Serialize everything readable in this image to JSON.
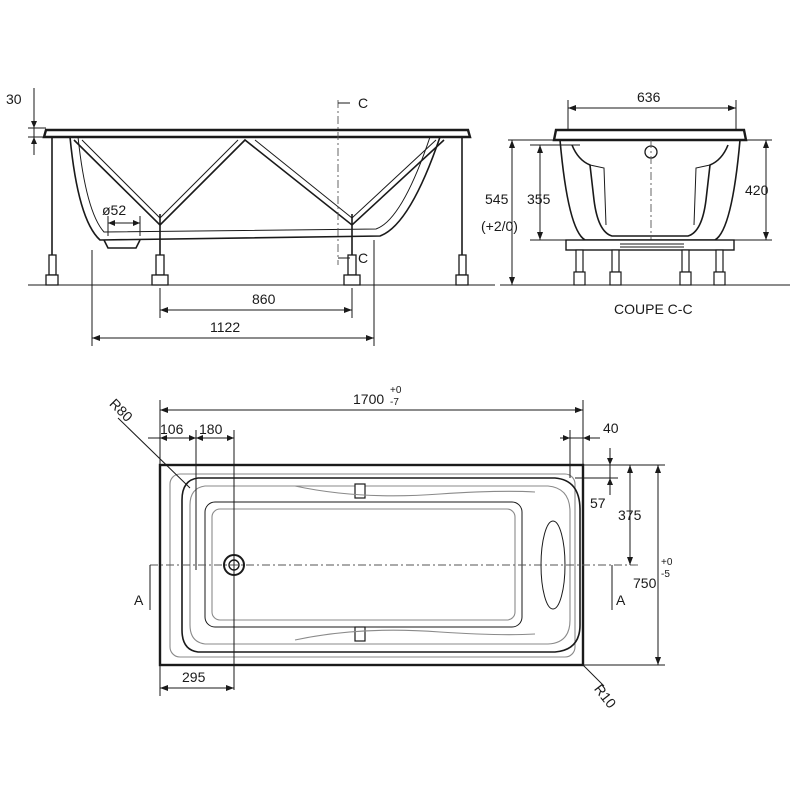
{
  "side_view": {
    "dim_30": "30",
    "dim_drain_dia": "ø52",
    "dim_860": "860",
    "dim_1122": "1122",
    "section_mark": "C"
  },
  "section_view": {
    "dim_636": "636",
    "dim_545": "545",
    "dim_545_tol": "(+2/0)",
    "dim_355": "355",
    "dim_420": "420",
    "caption": "COUPE C-C"
  },
  "plan_view": {
    "dim_length": "1700",
    "dim_length_tol_upper": "+0",
    "dim_length_tol_lower": "-7",
    "dim_106": "106",
    "dim_180": "180",
    "dim_40": "40",
    "dim_r80": "R80",
    "dim_57": "57",
    "dim_375": "375",
    "dim_width": "750",
    "dim_width_tol_upper": "+0",
    "dim_width_tol_lower": "-5",
    "dim_295": "295",
    "dim_r10": "R10",
    "section_mark": "A"
  }
}
